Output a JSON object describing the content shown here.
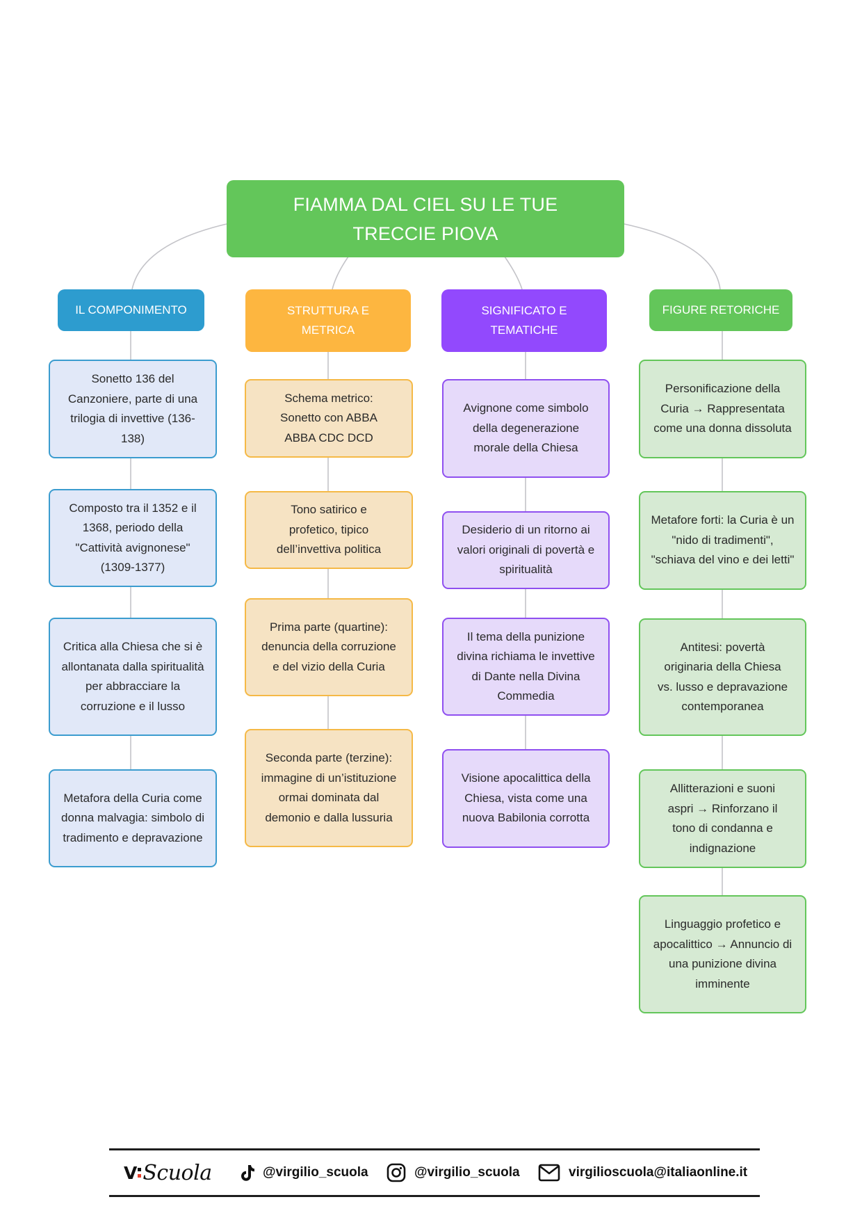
{
  "colors": {
    "title": "#63c65a",
    "componimento": "#2d9ccf",
    "struttura": "#fdb640",
    "significato": "#9249fd",
    "figure": "#63c65a",
    "connector": "#c3c3c8",
    "logo_accent": "#e8412c"
  },
  "title": "FIAMMA DAL CIEL SU LE TUE TRECCIE PIOVA",
  "columns": [
    {
      "header": "IL COMPONIMENTO",
      "items": [
        "Sonetto 136 del Canzoniere, parte di una trilogia di invettive (136-138)",
        "Composto tra il 1352 e il 1368, periodo della \"Cattività avignonese\" (1309-1377)",
        "Critica alla Chiesa che si è allontanata dalla spiritualità per abbracciare la corruzione e il lusso",
        "Metafora della Curia come donna malvagia: simbolo di tradimento e depravazione"
      ]
    },
    {
      "header": "STRUTTURA E METRICA",
      "items": [
        "Schema metrico: Sonetto con ABBA ABBA CDC DCD",
        "Tono satirico e profetico, tipico dell’invettiva politica",
        "Prima parte (quartine): denuncia della corruzione e del vizio della Curia",
        "Seconda parte (terzine): immagine di un’istituzione ormai dominata dal demonio e dalla lussuria"
      ]
    },
    {
      "header": "SIGNIFICATO E TEMATICHE",
      "items": [
        "Avignone come simbolo della degenerazione morale della Chiesa",
        "Desiderio di un ritorno ai valori originali di povertà e spiritualità",
        "Il tema della punizione divina richiama le invettive di Dante nella Divina Commedia",
        "Visione apocalittica della Chiesa, vista come una nuova Babilonia corrotta"
      ]
    },
    {
      "header": "FIGURE RETORICHE",
      "items": [
        "Personificazione della Curia → Rappresentata come una donna dissoluta",
        "Metafore forti: la Curia è un \"nido di tradimenti\", \"schiava del vino e dei letti\"",
        "Antitesi: povertà originaria della Chiesa vs. lusso e depravazione contemporanea",
        "Allitterazioni e suoni aspri → Rinforzano il tono di condanna e indignazione",
        "Linguaggio profetico e apocalittico → Annuncio di una punizione divina imminente"
      ]
    }
  ],
  "footer": {
    "logo_prefix": "V",
    "logo_script": "Scuola",
    "tiktok": {
      "icon": "tiktok-icon",
      "handle": "@virgilio_scuola"
    },
    "instagram": {
      "icon": "instagram-icon",
      "handle": "@virgilio_scuola"
    },
    "email": {
      "icon": "mail-icon",
      "address": "virgilioscuola@italiaonline.it"
    }
  }
}
